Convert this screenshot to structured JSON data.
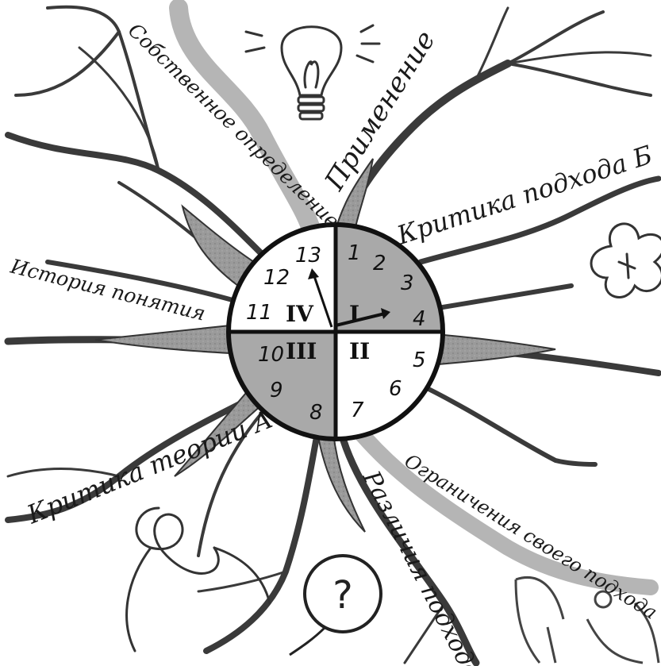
{
  "branches": {
    "own_definition": "Собственное определение",
    "application": "Применение",
    "critique_b": "Критика подхода Б",
    "history": "История понятия",
    "critique_a": "Критика теории А",
    "differences": "Различия подходов",
    "limitations": "Ограничения своего подхода"
  },
  "clock": {
    "numbers": [
      "1",
      "2",
      "3",
      "4",
      "5",
      "6",
      "7",
      "8",
      "9",
      "10",
      "11",
      "12",
      "13"
    ],
    "quadrants": [
      "I",
      "II",
      "III",
      "IV"
    ]
  },
  "question_mark": "?",
  "colors": {
    "ink": "#222222",
    "branch_fill": "#8a8a8a",
    "light_road": "#b8b8b8",
    "quadrant_fill": "#a8a8a8"
  }
}
